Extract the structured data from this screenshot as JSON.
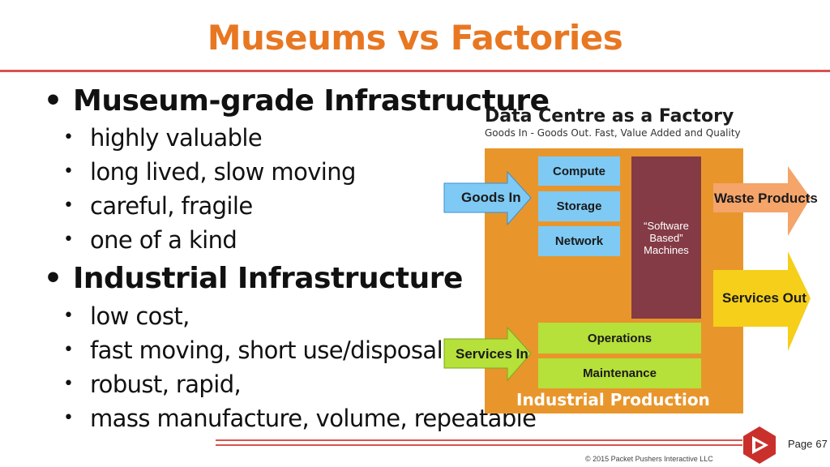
{
  "title": "Museums vs Factories",
  "bullets": {
    "museum_heading": "Museum-grade Infrastructure",
    "museum_items": [
      "highly valuable",
      "long lived, slow moving",
      "careful, fragile",
      "one of a kind"
    ],
    "industrial_heading": "Industrial Infrastructure",
    "industrial_items": [
      "low cost,",
      "fast moving, short use/disposal",
      "robust, rapid,",
      "mass manufacture, volume, repeatable"
    ]
  },
  "diagram": {
    "title": "Data Centre as a Factory",
    "subtitle": "Goods In - Goods Out. Fast, Value Added and Quality",
    "container_label": "Industrial Production",
    "goods_in": "Goods In",
    "services_in": "Services In",
    "waste_products": "Waste Products",
    "services_out": "Services Out",
    "compute": "Compute",
    "storage": "Storage",
    "network": "Network",
    "machines": "“Software\nBased”\nMachines",
    "operations": "Operations",
    "maintenance": "Maintenance",
    "colors": {
      "container": "#e8962c",
      "resource_boxes": "#7fcaf4",
      "process_boxes": "#b6e03a",
      "machines": "#843b46",
      "waste_arrow": "#f5a46a",
      "services_out_arrow": "#f5cf1a"
    }
  },
  "footer": {
    "copyright": "© 2015 Packet Pushers Interactive LLC",
    "page_label": "Page",
    "page_number": "67"
  },
  "colors": {
    "title": "#e87722",
    "rule": "#d9534f"
  }
}
